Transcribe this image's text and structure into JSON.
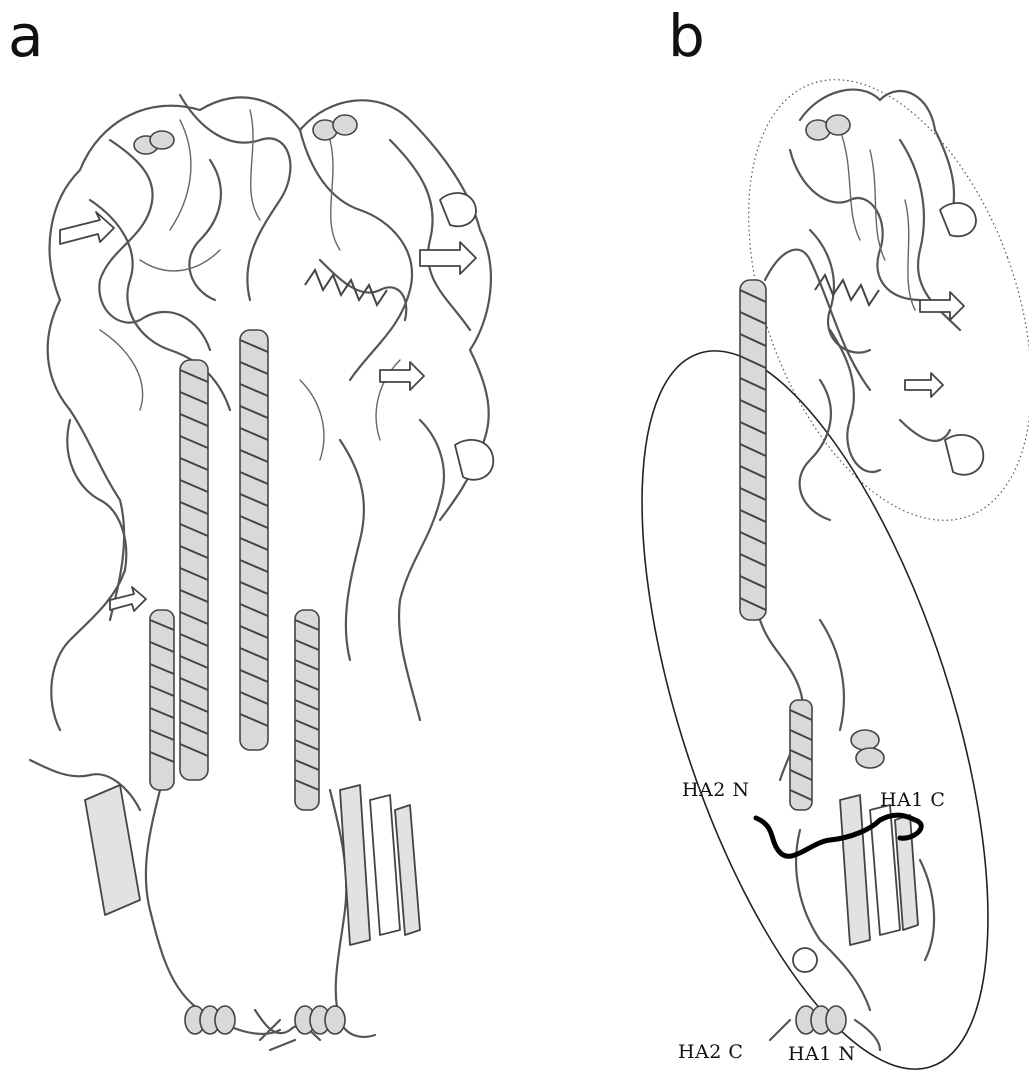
{
  "panels": [
    {
      "letter": "a"
    },
    {
      "letter": "b"
    }
  ],
  "labels": {
    "ha2_n": "HA2 N",
    "ha1_c": "HA1 C",
    "ha2_c": "HA2 C",
    "ha1_n": "HA1 N"
  }
}
